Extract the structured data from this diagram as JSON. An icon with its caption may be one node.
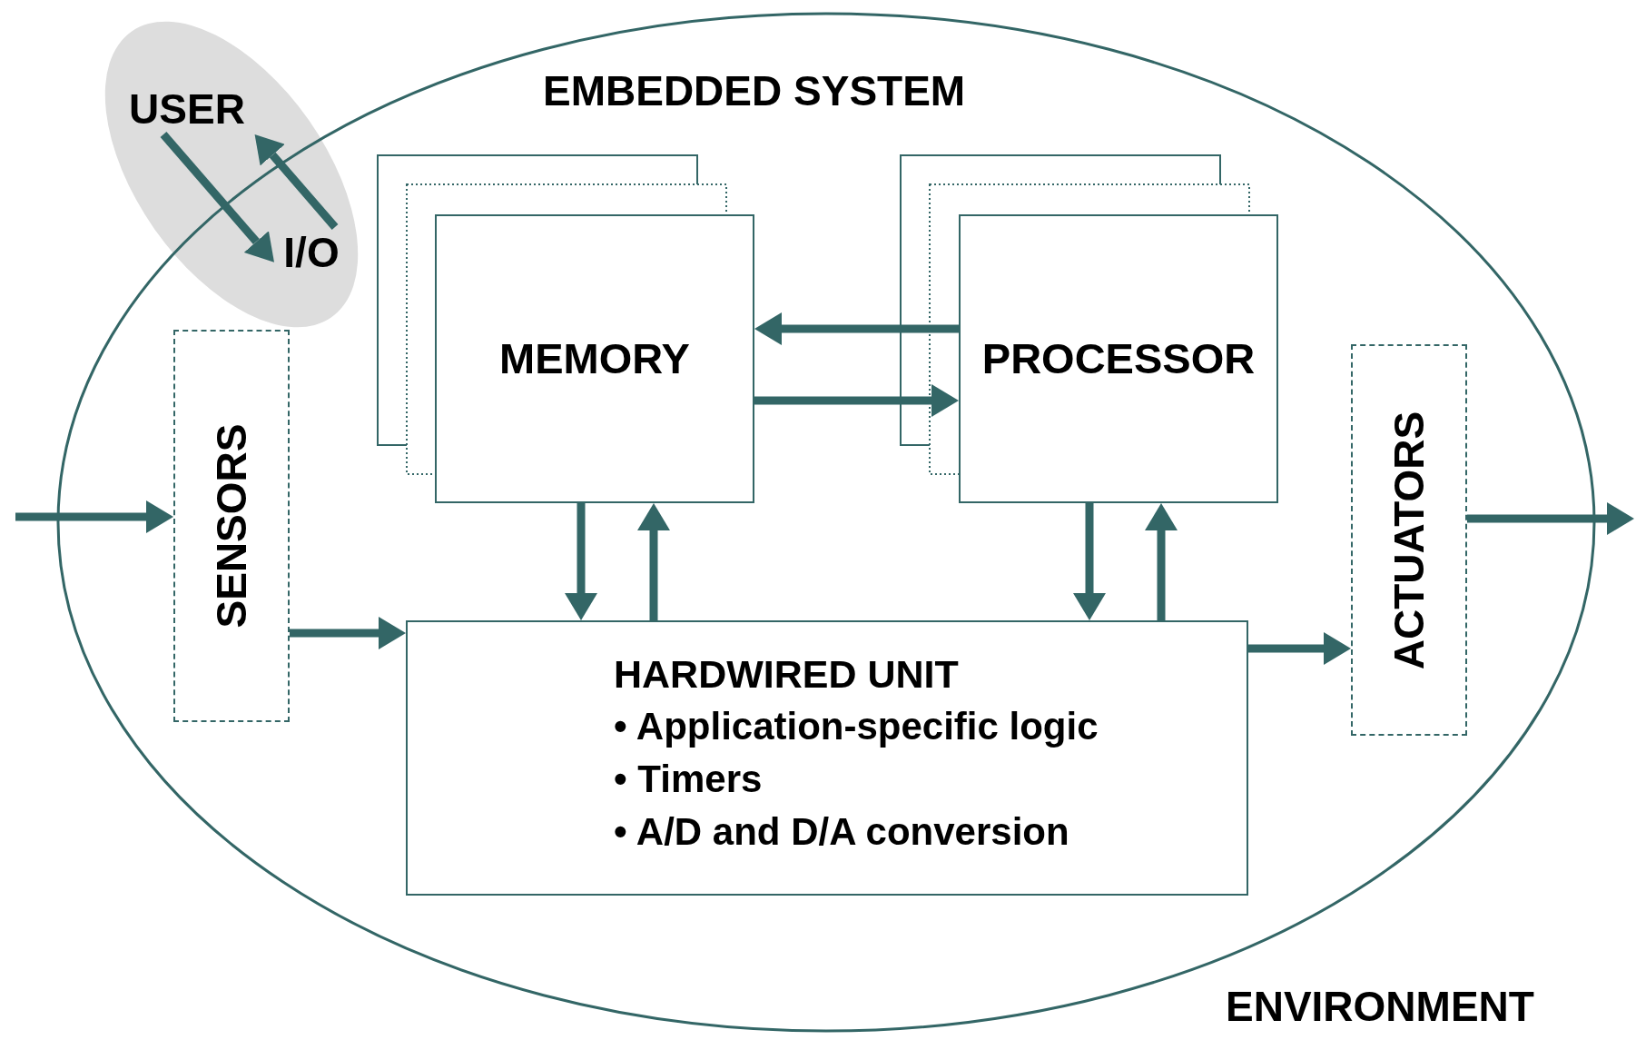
{
  "diagram": {
    "nodes": [
      {
        "text": [
          "EMBEDDED SYSTEM"
        ]
      },
      {
        "text": [
          "USER"
        ]
      },
      {
        "text": [
          "I/O"
        ],
        "in": 0
      },
      {
        "text": [
          "MEMORY"
        ],
        "in": 0
      },
      {
        "text": [
          "PROCESSOR"
        ],
        "in": 0
      },
      {
        "text": [
          "SENSORS"
        ],
        "in": 0
      },
      {
        "text": [
          "HARDWIRED UNIT",
          "• Application-specific logic",
          "• Timers",
          "• A/D and D/A conversion"
        ],
        "in": 0
      },
      {
        "text": [
          "ACTUATORS"
        ],
        "in": 0
      }
    ],
    "edges": [
      {
        "from": null,
        "to": 5,
        "arrow": "to"
      },
      {
        "from": 5,
        "to": 6,
        "arrow": "to"
      },
      {
        "from": 6,
        "to": 7,
        "arrow": "to"
      },
      {
        "from": 7,
        "to": null,
        "arrow": "to"
      },
      {
        "from": 4,
        "to": 3,
        "arrow": "to"
      },
      {
        "from": 3,
        "to": 4,
        "arrow": "to"
      },
      {
        "from": 3,
        "to": 6,
        "arrow": "to"
      },
      {
        "from": 6,
        "to": 3,
        "arrow": "to"
      },
      {
        "from": 4,
        "to": 6,
        "arrow": "to"
      },
      {
        "from": 6,
        "to": 4,
        "arrow": "to"
      },
      {
        "from": 1,
        "to": 2,
        "arrow": "to"
      },
      {
        "from": 2,
        "to": 1,
        "arrow": "to"
      }
    ],
    "labels": [
      "ENVIRONMENT"
    ]
  }
}
